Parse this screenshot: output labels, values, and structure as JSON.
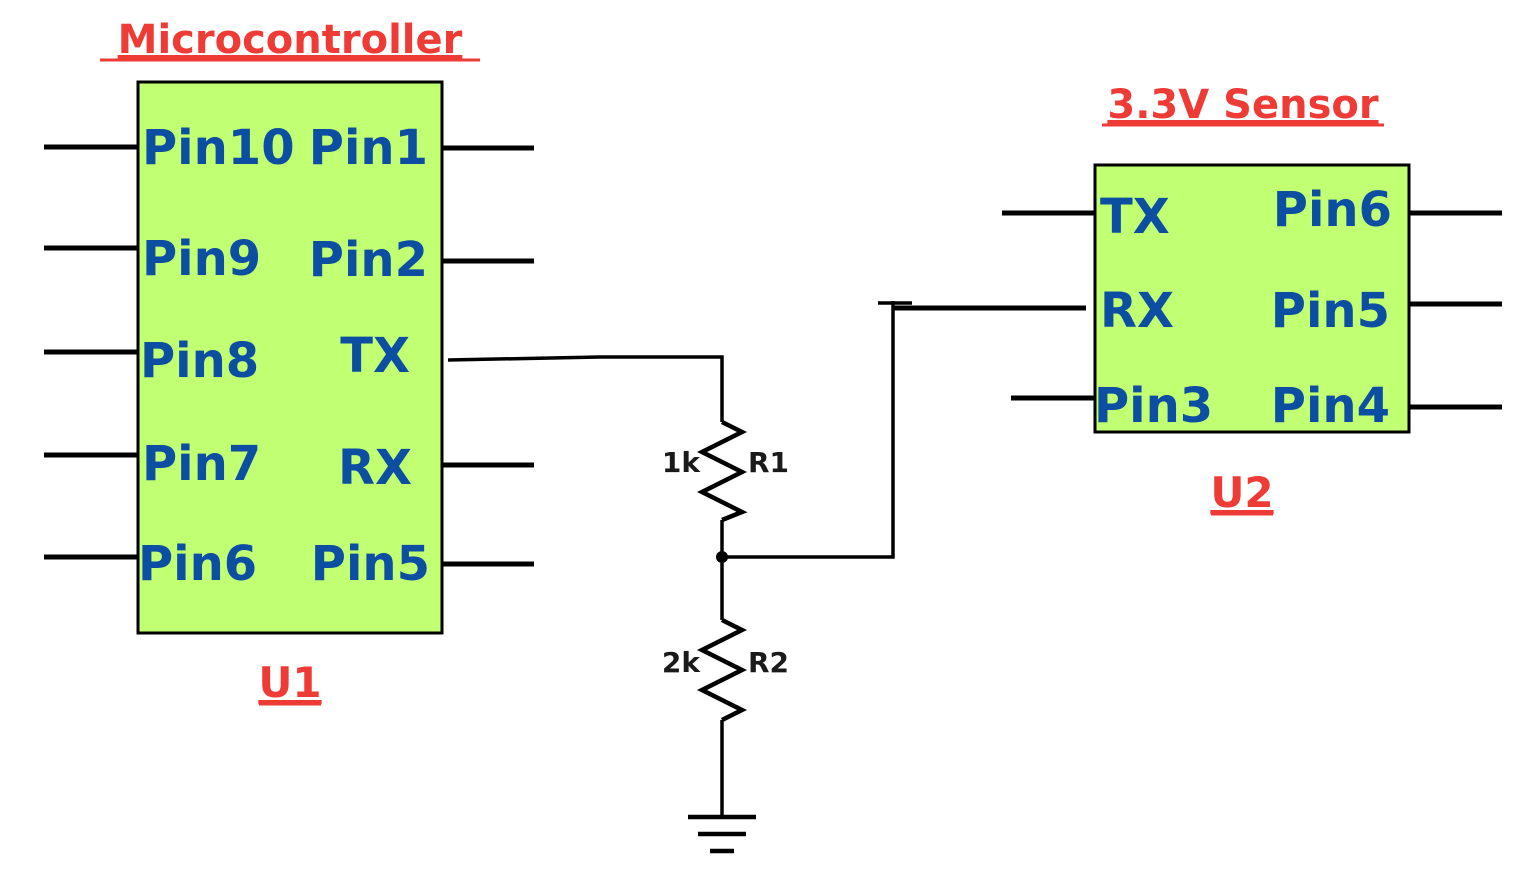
{
  "u1": {
    "title": "Microcontroller",
    "designator": "U1",
    "left_pins": [
      "Pin10",
      "Pin9",
      "Pin8",
      "Pin7",
      "Pin6"
    ],
    "right_pins": [
      "Pin1",
      "Pin2",
      "TX",
      "RX",
      "Pin5"
    ]
  },
  "u2": {
    "title": "3.3V Sensor",
    "designator": "U2",
    "left_pins": [
      "TX",
      "RX",
      "Pin3"
    ],
    "right_pins": [
      "Pin6",
      "Pin5",
      "Pin4"
    ]
  },
  "r1": {
    "value": "1k",
    "name": "R1"
  },
  "r2": {
    "value": "2k",
    "name": "R2"
  },
  "colors": {
    "chip_fill": "#c1ff73",
    "pin_text": "#0b4ea2",
    "title_text": "#ef3b36",
    "wire": "#000000"
  }
}
